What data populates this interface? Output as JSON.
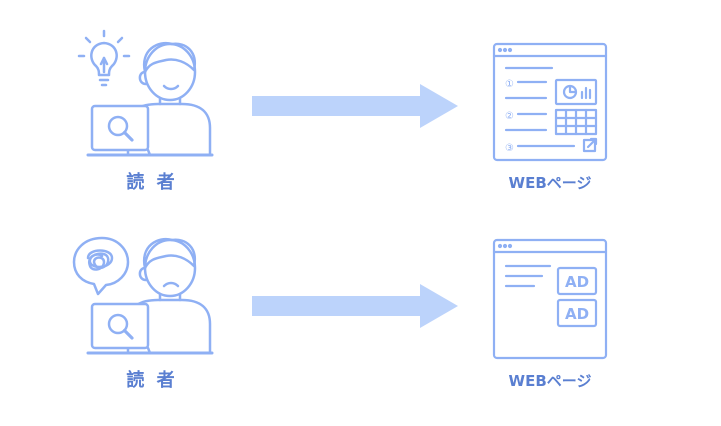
{
  "rows": [
    {
      "reader_label": "読 者",
      "reader_state": "idea",
      "page_label": "WEBページ",
      "page_items": [
        "①",
        "②",
        "③"
      ]
    },
    {
      "reader_label": "読 者",
      "reader_state": "confused",
      "page_label": "WEBページ",
      "ads": [
        "AD",
        "AD"
      ]
    }
  ],
  "colors": {
    "line": "#8fb0f4",
    "arrow": "#bcd3fb",
    "label": "#5a7fd1"
  }
}
